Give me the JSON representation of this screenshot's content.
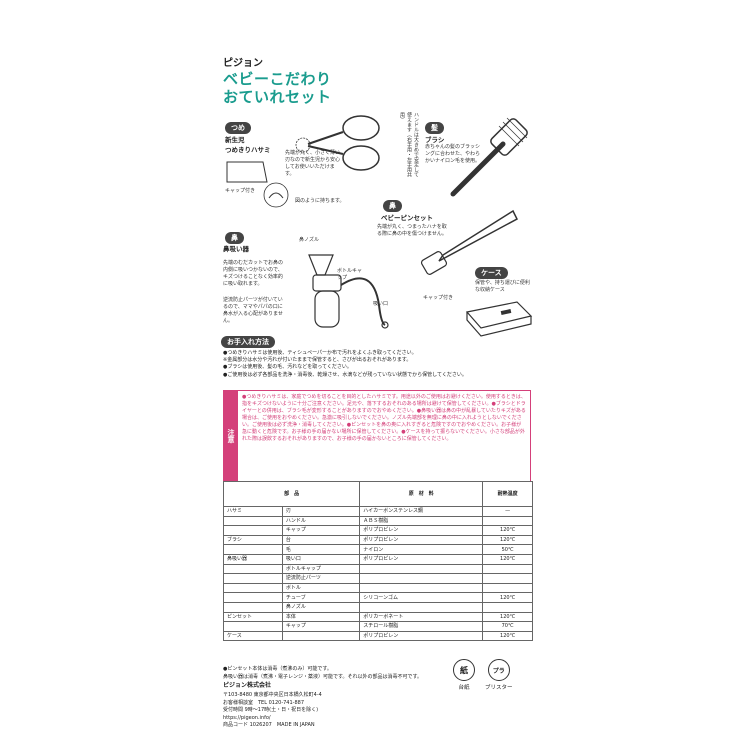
{
  "brand": "ピジョン",
  "title_line1": "ベビーこだわり",
  "title_line2": "おていれセット",
  "scissors": {
    "tag": "つめ",
    "name_line1": "新生児",
    "name_line2": "つめきりハサミ",
    "cap_label": "キャップ付き",
    "desc": "先端が丸く、小さく薄い刃なので新生児から安心してお使いいただけます。",
    "hold_note": "図のように持ちます。",
    "vertical_note": "ハンドルは大きめで安定して使えます（右手用・左手用共用）"
  },
  "brush": {
    "tag": "髪",
    "name": "ブラシ",
    "desc": "赤ちゃんの髪のブラッシングに合わせた、やわらかいナイロン毛を使用。"
  },
  "tweezers": {
    "tag": "鼻",
    "name": "ベビーピンセット",
    "desc": "先端が丸く、つまったハナを取る際に鼻の中を傷つけません。",
    "cap_label": "キャップ付き"
  },
  "aspirator": {
    "tag": "鼻",
    "name": "鼻吸い器",
    "nozzle_label": "鼻ノズル",
    "bottle_cap_label": "ボトルキャップ",
    "mouth_label": "吸い口",
    "desc1": "先端のむだカットでお鼻の内側に吸いつかないので、キズつけることなく効率的に吸い取れます。",
    "desc2": "逆流防止パーツが付いているので、ママやパパの口に鼻水が入る心配がありません。"
  },
  "case": {
    "tag": "ケース",
    "desc": "保管や、持ち運びに便利な収納ケース"
  },
  "care": {
    "title": "お手入れ方法",
    "lines": [
      "●つめきりハサミは使用後、ティシュペーパーか布で汚れをよくふき取ってください。",
      "※金属部分は水分や汚れが付いたままで保管すると、さびが出るおそれがあります。",
      "●ブラシは使用後、髪の毛、汚れなどを取ってください。",
      "●ご使用後は必ず各部品を洗浄・消毒後、乾燥させ、水滴などが残っていない状態でから保管してください。"
    ]
  },
  "notice": {
    "side": "注意",
    "text": "●つめきりハサミは、家庭でつめを切ることを目的としたハサミです。用途以外のご使用はお避けください。使用するときは、指をキズつけないように十分ご注意ください。足元や、落下するおそれのある場所は避けて保管してください。●ブラシとドライヤーとの併用は、ブラシ毛が変形することがありますのでおやめください。●鼻吸い器は鼻の中が乱暴していたりキズがある場合は、ご使用をおやめください。急激に吸引しないでください。ノズル先端部を無理に鼻の中に入れようとしないでください。ご使用後は必ず洗浄・消毒してください。●ピンセットを鼻の奥に入れすぎると危険ですのでおやめください。お子様が急に動くと危険です。お子様の手の届かない場所に保管してください。●ケースを持って振らないでください。小さな部品が外れた際は誤飲するおそれがありますので、お子様の手の届かないところに保管してください。"
  },
  "materials": {
    "headers": [
      "部　品",
      "原　材　料",
      "耐熱温度"
    ],
    "rows": [
      {
        "group": "ハサミ",
        "part": "刃",
        "material": "ハイカーボンステンレス鋼",
        "temp": "—"
      },
      {
        "group": "",
        "part": "ハンドル",
        "material": "ＡＢＳ樹脂",
        "temp": ""
      },
      {
        "group": "",
        "part": "キャップ",
        "material": "ポリプロピレン",
        "temp": "120℃"
      },
      {
        "group": "ブラシ",
        "part": "台",
        "material": "ポリプロピレン",
        "temp": "120℃"
      },
      {
        "group": "",
        "part": "毛",
        "material": "ナイロン",
        "temp": "50℃"
      },
      {
        "group": "鼻吸い器",
        "part": "吸い口",
        "material": "ポリプロピレン",
        "temp": "120℃"
      },
      {
        "group": "",
        "part": "ボトルキャップ",
        "material": "",
        "temp": ""
      },
      {
        "group": "",
        "part": "逆流防止パーツ",
        "material": "",
        "temp": ""
      },
      {
        "group": "",
        "part": "ボトル",
        "material": "",
        "temp": ""
      },
      {
        "group": "",
        "part": "チューブ",
        "material": "シリコーンゴム",
        "temp": "120℃"
      },
      {
        "group": "",
        "part": "鼻ノズル",
        "material": "",
        "temp": ""
      },
      {
        "group": "ピンセット",
        "part": "本体",
        "material": "ポリカーボネート",
        "temp": "120℃"
      },
      {
        "group": "",
        "part": "キャップ",
        "material": "スチロール樹脂",
        "temp": "70℃"
      },
      {
        "group": "ケース",
        "part": "",
        "material": "ポリプロピレン",
        "temp": "120℃"
      }
    ],
    "note1": "●ピンセット本体は消毒（煮沸のみ）可能です。",
    "note2": "鼻吸い器は消毒（煮沸・電子レンジ・薬液）可能です。それ以外の部品は消毒不可です。"
  },
  "company": {
    "name": "ピジョン株式会社",
    "address": "〒103-8480 東京都中央区日本橋久松町4-4",
    "tel": "お客様相談室　TEL 0120-741-887",
    "hours": "受付時間 9時～17時(土・日・祝日を除く)",
    "url": "https://pigeon.info/",
    "code": "商品コード 1026207　MADE IN JAPAN"
  },
  "recycle": [
    {
      "label": "台紙",
      "mark": "紙"
    },
    {
      "label": "ブリスター",
      "mark": "プラ"
    }
  ]
}
